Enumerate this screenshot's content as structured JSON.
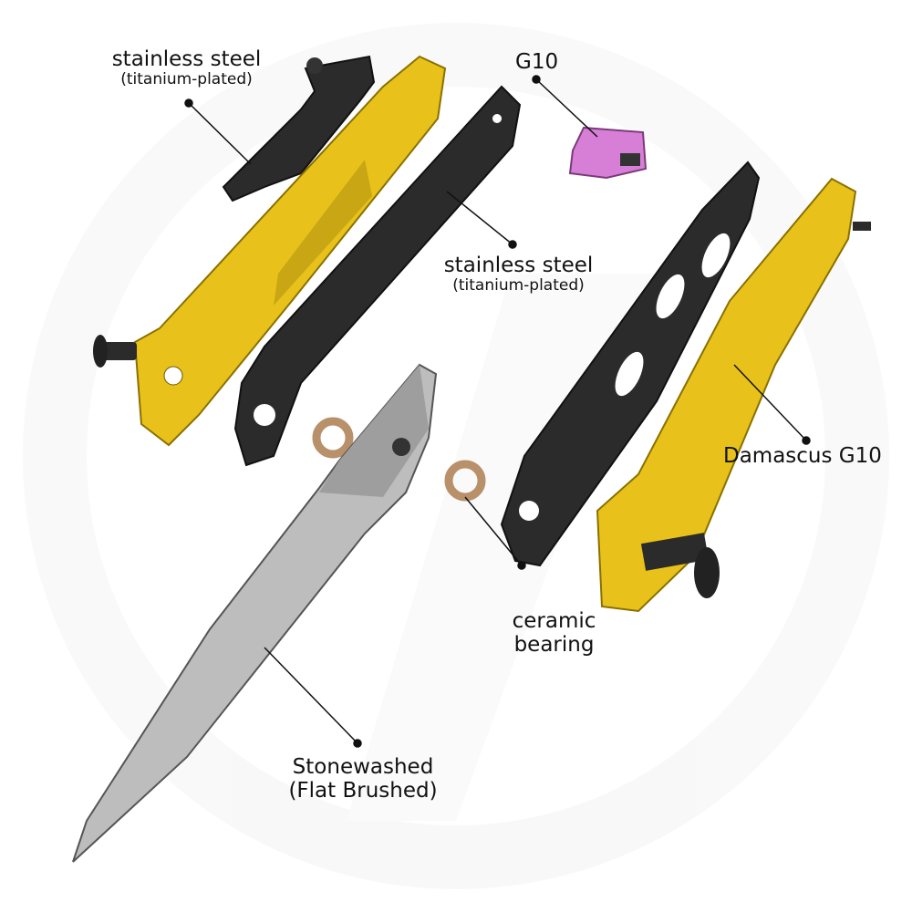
{
  "title": "Knife exploded view with materials",
  "labels": {
    "clip": {
      "line1": "stainless steel",
      "line2": "(titanium-plated)"
    },
    "backspacer": {
      "line1": "G10"
    },
    "liner": {
      "line1": "stainless steel",
      "line2": "(titanium-plated)"
    },
    "scale": {
      "line1": "Damascus G10"
    },
    "bearing": {
      "line1": "ceramic",
      "line2": "bearing"
    },
    "blade": {
      "line1": "Stonewashed",
      "line2": "(Flat Brushed)"
    }
  },
  "colors": {
    "yellow": "#e8c21a",
    "black": "#2b2b2b",
    "pink": "#d77fd6",
    "bronze": "#b8906a",
    "steel": "#b9b9b9"
  }
}
